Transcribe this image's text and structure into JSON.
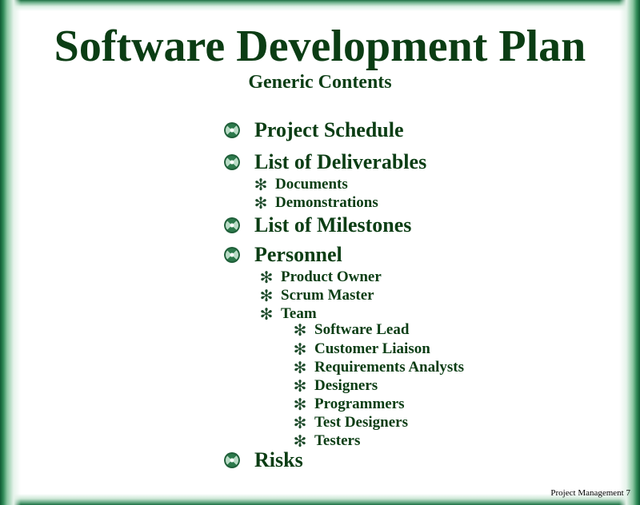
{
  "title": "Software Development Plan",
  "subtitle": "Generic Contents",
  "items": {
    "project_schedule": "Project Schedule",
    "list_of_deliverables": "List of Deliverables",
    "documents": "Documents",
    "demonstrations": "Demonstrations",
    "list_of_milestones": "List of Milestones",
    "personnel": "Personnel",
    "product_owner": "Product Owner",
    "scrum_master": "Scrum Master",
    "team": "Team",
    "software_lead": "Software Lead",
    "customer_liaison": "Customer Liaison",
    "requirements_analysts": "Requirements Analysts",
    "designers": "Designers",
    "programmers": "Programmers",
    "test_designers": "Test Designers",
    "testers": "Testers",
    "risks": "Risks"
  },
  "bullets": {
    "main_icon": "green-quartered-circle-icon",
    "sub_icon": "asterisk-icon",
    "sub_glyph": "✻"
  },
  "footer": "Project Management 7",
  "colors": {
    "text": "#0b3d14",
    "border": "#2f8a57"
  }
}
